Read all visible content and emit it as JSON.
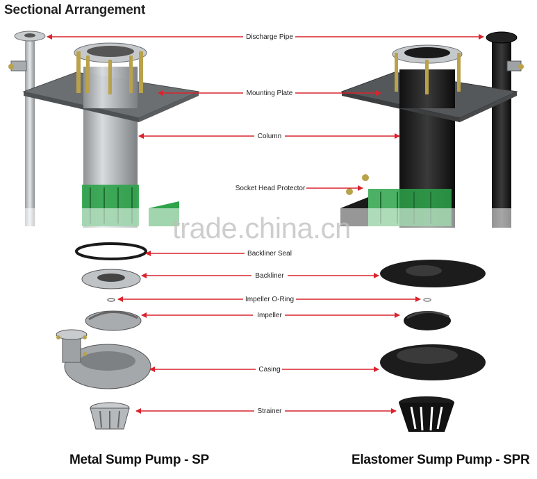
{
  "title": "Sectional Arrangement",
  "watermark": "trade.china.cn",
  "captions": {
    "left": "Metal Sump Pump - SP",
    "right": "Elastomer Sump Pump - SPR"
  },
  "labels": {
    "discharge_pipe": "Discharge Pipe",
    "mounting_plate": "Mounting Plate",
    "column": "Column",
    "socket_head_protector": "Socket Head Protector",
    "backliner_seal": "Backliner Seal",
    "backliner": "Backliner",
    "impeller_o_ring": "Impeller O-Ring",
    "impeller": "Impeller",
    "casing": "Casing",
    "strainer": "Strainer"
  },
  "colors": {
    "arrow": "#d9232d",
    "metal": "#b8bcbf",
    "elastomer": "#1c1c1c",
    "plate": "#6c6f72",
    "green": "#2ea34a",
    "brass": "#b9a24a"
  }
}
